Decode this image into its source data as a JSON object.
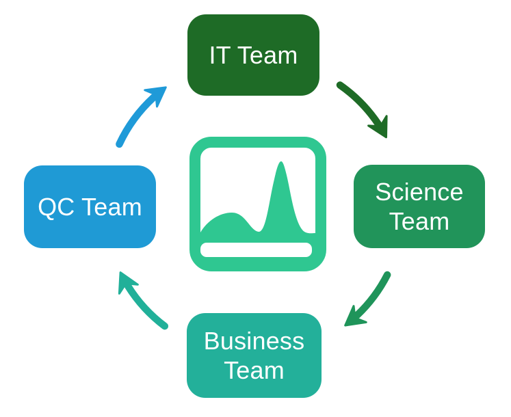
{
  "diagram": {
    "background_color": "#ffffff",
    "nodes": [
      {
        "id": "it",
        "label": "IT Team",
        "color": "#1E6B26",
        "text_color": "#ffffff"
      },
      {
        "id": "science",
        "label": "Science Team",
        "color": "#21945A",
        "text_color": "#ffffff"
      },
      {
        "id": "business",
        "label": "Business Team",
        "color": "#23B09A",
        "text_color": "#ffffff"
      },
      {
        "id": "qc",
        "label": "QC Team",
        "color": "#1F9AD5",
        "text_color": "#ffffff"
      }
    ],
    "arrows": [
      {
        "from": "qc",
        "to": "it",
        "color": "#1F9AD8"
      },
      {
        "from": "it",
        "to": "science",
        "color": "#1E6B26"
      },
      {
        "from": "science",
        "to": "business",
        "color": "#1F945A"
      },
      {
        "from": "business",
        "to": "qc",
        "color": "#21B099"
      }
    ],
    "center_icon": {
      "name": "area-chart-icon",
      "color": "#2FC791",
      "inner_color": "#ffffff"
    }
  }
}
